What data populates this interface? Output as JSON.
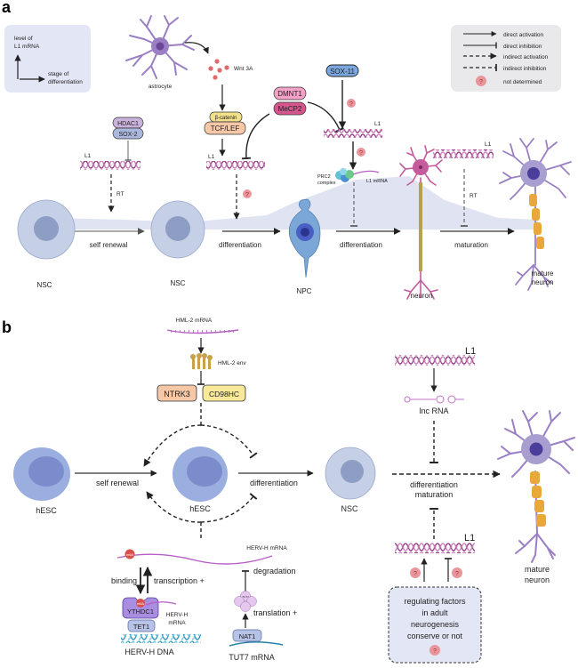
{
  "panel_a": {
    "label": "a",
    "axis_box": {
      "y_label_line1": "level of",
      "y_label_line2": "L1 mRNA",
      "x_label_line1": "stage of",
      "x_label_line2": "differentiation"
    },
    "legend": {
      "items": [
        {
          "type": "direct-activation",
          "label": "direct activation"
        },
        {
          "type": "direct-inhibition",
          "label": "direct inhibition"
        },
        {
          "type": "indirect-activation",
          "label": "indirect activation"
        },
        {
          "type": "indirect-inhibition",
          "label": "indirect inhibition"
        },
        {
          "type": "not-determined",
          "label": "not determined"
        }
      ],
      "question_mark": "?"
    },
    "astrocyte_label": "astrocyte",
    "wnt_label": "Wnt 3A",
    "factors": {
      "hdac1": "HDAC1",
      "sox2": "SOX-2",
      "beta_catenin": "β-catenin",
      "tcf_lef": "TCF/LEF",
      "dmnt1": "DMNT1",
      "mecp2": "MeCP2",
      "sox11": "SOX-11",
      "prc2_line1": "PRC2",
      "prc2_line2": "complex",
      "l1_mrna": "L1 mRNA"
    },
    "l1": "L1",
    "rt": "RT",
    "q": "?",
    "stages": [
      {
        "cell": "NSC",
        "arrow_label": "self renewal"
      },
      {
        "cell": "NSC",
        "arrow_label": "differentiation"
      },
      {
        "cell": "NPC",
        "arrow_label": "differentiation"
      },
      {
        "cell": "neuron",
        "arrow_label": "maturation"
      },
      {
        "cell_line1": "mature",
        "cell_line2": "neuron"
      }
    ],
    "colors": {
      "axis_box": "#e3e6f5",
      "legend_box": "#e9e9eb",
      "curve": "#dfe3f2",
      "q_badge": "#e8959b",
      "dna": "#8a2d7a",
      "astrocyte": "#9b7fc4",
      "neuron_pink": "#c45c9c"
    }
  },
  "panel_b": {
    "label": "b",
    "hml2_mrna": "HML-2 mRNA",
    "hml2_env": "HML-2 env",
    "ntrk3": "NTRK3",
    "cd98hc": "CD98HC",
    "hesc_left": "hESC",
    "hesc_center": "hESC",
    "self_renewal": "self renewal",
    "differentiation": "differentiation",
    "nsc": "NSC",
    "l1_top": "L1",
    "lnc_rna": "lnc RNA",
    "diff_mat_line1": "differentiation",
    "diff_mat_line2": "maturation",
    "l1_bottom": "L1",
    "mature_neuron_line1": "mature",
    "mature_neuron_line2": "neuron",
    "herv_h_mrna": "HERV-H mRNA",
    "m6a": "m6A",
    "binding": "binding",
    "transcription": "transcription +",
    "ythdc1": "YTHDC1",
    "tet1": "TET1",
    "herv_h_mrna_small_line1": "HERV-H",
    "herv_h_mrna_small_line2": "mRNA",
    "herv_h_dna": "HERV-H DNA",
    "degradation": "degradation",
    "tut7": "TUT7",
    "translation": "translation +",
    "nat1": "NAT1",
    "tut7_mrna": "TUT7 mRNA",
    "regulating_box": {
      "line1": "regulating factors",
      "line2": "in adult",
      "line3": "neurogenesis",
      "line4": "conserve or not"
    },
    "q": "?"
  }
}
